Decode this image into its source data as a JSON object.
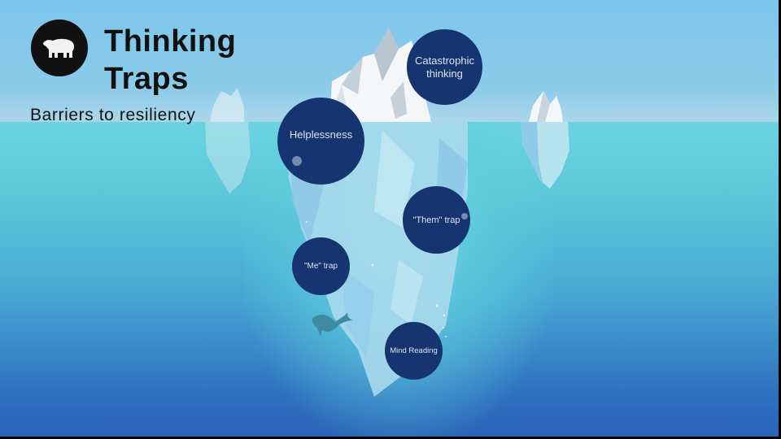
{
  "slide": {
    "title_line1": "Thinking",
    "title_line2": "Traps",
    "subtitle": "Barriers to resiliency",
    "logo_icon": "polar-bear-icon",
    "colors": {
      "sky": "#7cc6ec",
      "water_surface": "#6ad3df",
      "deep_water": "#2a63b8",
      "bubble": "#16346f",
      "bubble_text": "#dbe5f1",
      "title_text": "#111111"
    }
  },
  "traps": [
    {
      "label": "Catastrophic thinking",
      "line1": "Catastrophic",
      "line2": "thinking"
    },
    {
      "label": "Helplessness"
    },
    {
      "label": "\"Them\" trap"
    },
    {
      "label": "\"Me\" trap"
    },
    {
      "label": "Mind Reading"
    }
  ]
}
